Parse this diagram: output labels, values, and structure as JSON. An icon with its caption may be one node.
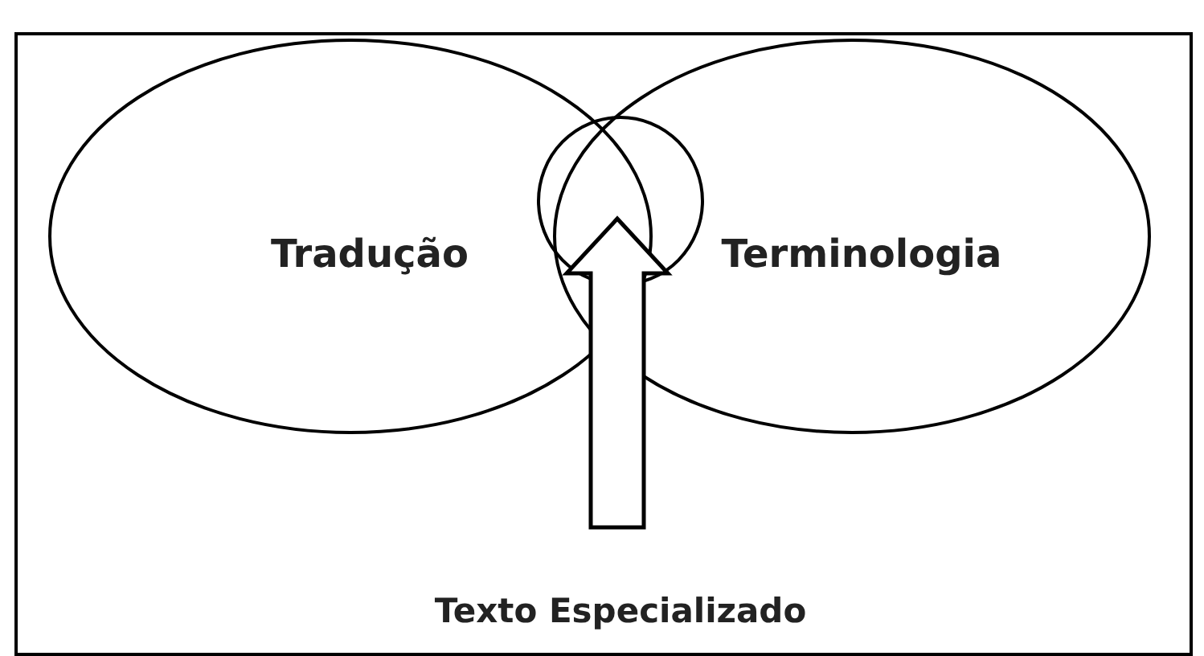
{
  "diagram": {
    "nodes": [
      {
        "text": [
          "Tradução"
        ]
      },
      {
        "text": [
          "Terminologia"
        ]
      },
      {
        "text": [],
        "shape": "circle"
      },
      {
        "text": [
          "Texto Especializado"
        ]
      }
    ],
    "edges": [
      {
        "from": 3,
        "to": 2,
        "arrow": "to",
        "style": "thick"
      }
    ]
  }
}
